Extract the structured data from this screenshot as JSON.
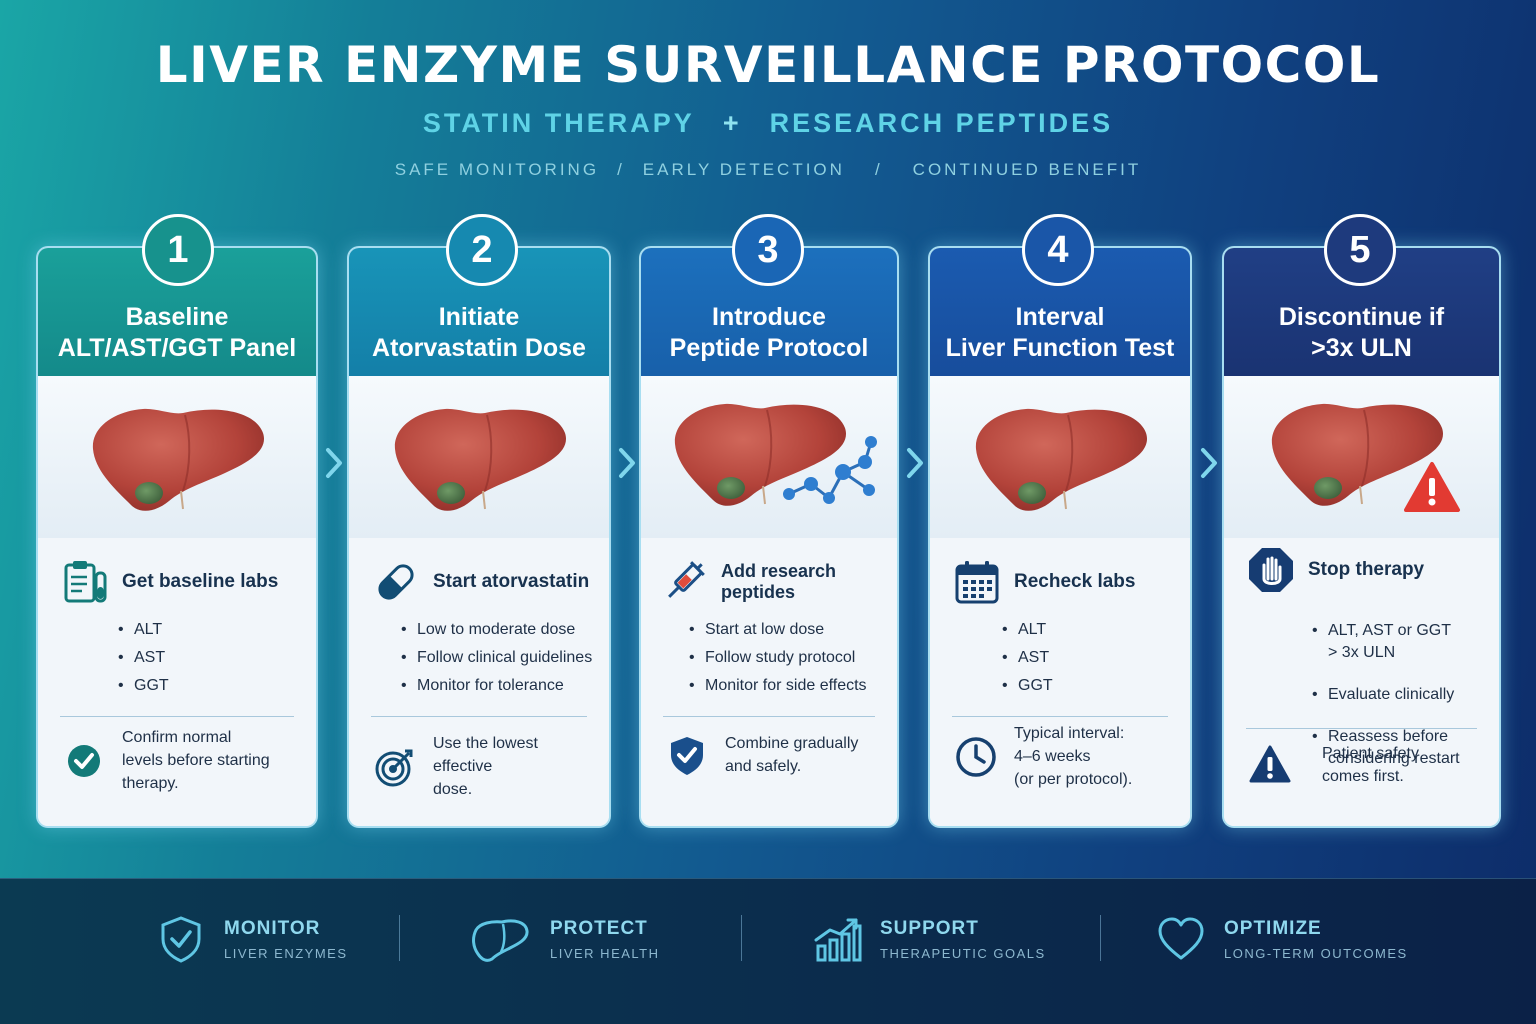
{
  "title": "LIVER ENZYME SURVEILLANCE PROTOCOL",
  "subtitle": {
    "left": "STATIN THERAPY",
    "plus": "+",
    "right": "RESEARCH PEPTIDES"
  },
  "tagline": {
    "items": [
      "SAFE MONITORING",
      "EARLY DETECTION",
      "CONTINUED BENEFIT"
    ],
    "separator": "/"
  },
  "colors": {
    "step1": "#1b9a93",
    "step2": "#1789b3",
    "step3": "#1a6ab7",
    "step4": "#1a55a8",
    "step5": "#1e3a7d",
    "liver": "#b8473d",
    "warning": "#e23a32",
    "icon": "#0f4f78"
  },
  "steps": [
    {
      "number": "1",
      "title_line1": "Baseline",
      "title_line2": "ALT/AST/GGT Panel",
      "heading_icon": "clipboard-test-tube-icon",
      "heading": "Get baseline labs",
      "bullets": [
        "ALT",
        "AST",
        "GGT"
      ],
      "note_icon": "check-circle-icon",
      "note_line1": "Confirm normal",
      "note_line2": "levels before starting",
      "note_line3": "therapy."
    },
    {
      "number": "2",
      "title_line1": "Initiate",
      "title_line2": "Atorvastatin Dose",
      "heading_icon": "capsule-icon",
      "heading": "Start atorvastatin",
      "bullets": [
        "Low to moderate dose",
        "Follow clinical guidelines",
        "Monitor for tolerance"
      ],
      "note_icon": "target-icon",
      "note_line1": "Use the lowest effective",
      "note_line2": "dose.",
      "note_line3": ""
    },
    {
      "number": "3",
      "title_line1": "Introduce",
      "title_line2": "Peptide Protocol",
      "heading_icon": "syringe-icon",
      "heading": "Add research peptides",
      "bullets": [
        "Start at low dose",
        "Follow study protocol",
        "Monitor for side effects"
      ],
      "note_icon": "shield-check-icon",
      "note_line1": "Combine gradually",
      "note_line2": "and safely.",
      "note_line3": ""
    },
    {
      "number": "4",
      "title_line1": "Interval",
      "title_line2": "Liver Function Test",
      "heading_icon": "calendar-icon",
      "heading": "Recheck labs",
      "bullets": [
        "ALT",
        "AST",
        "GGT"
      ],
      "note_icon": "clock-icon",
      "note_line1": "Typical interval:",
      "note_line2": "4–6 weeks",
      "note_line3": "(or per protocol)."
    },
    {
      "number": "5",
      "title_line1": "Discontinue if",
      "title_line2": ">3x ULN",
      "heading_icon": "stop-hand-icon",
      "heading": "Stop therapy",
      "bullets": [
        "ALT, AST or GGT\n> 3x ULN",
        "Evaluate clinically",
        "Reassess before\nconsidering restart"
      ],
      "note_icon": "warning-triangle-icon",
      "note_line1": "Patient safety",
      "note_line2": "comes first.",
      "note_line3": ""
    }
  ],
  "footer": [
    {
      "icon": "shield-check-icon",
      "title": "MONITOR",
      "sub": "LIVER ENZYMES"
    },
    {
      "icon": "liver-icon",
      "title": "PROTECT",
      "sub": "LIVER HEALTH"
    },
    {
      "icon": "growth-chart-icon",
      "title": "SUPPORT",
      "sub": "THERAPEUTIC GOALS"
    },
    {
      "icon": "heart-icon",
      "title": "OPTIMIZE",
      "sub": "LONG-TERM OUTCOMES"
    }
  ]
}
